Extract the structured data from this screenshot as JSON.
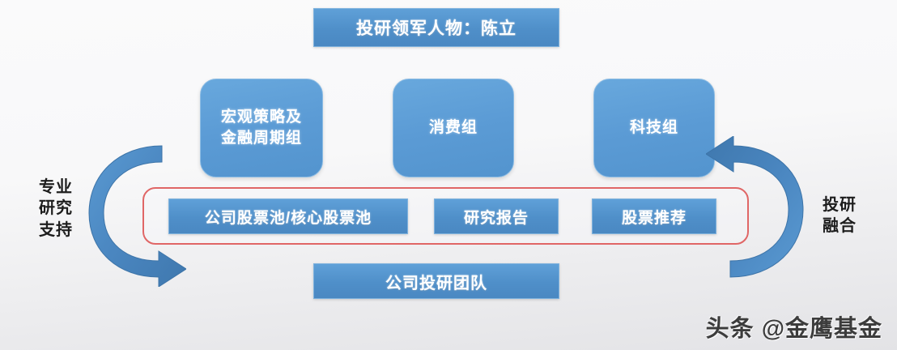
{
  "diagram": {
    "title": "投研领军人物：陈立",
    "leader_box": {
      "label": "投研领军人物：陈立"
    },
    "groups": [
      {
        "id": "macro",
        "label": "宏观策略及\n金融周期组",
        "line1": "宏观策略及",
        "line2": "金融周期组"
      },
      {
        "id": "consumer",
        "label": "消费组"
      },
      {
        "id": "tech",
        "label": "科技组"
      }
    ],
    "outputs": [
      {
        "id": "stock-pool",
        "label": "公司股票池/核心股票池"
      },
      {
        "id": "research-report",
        "label": "研究报告"
      },
      {
        "id": "stock-recommendation",
        "label": "股票推荐"
      }
    ],
    "team_box": {
      "label": "公司投研团队"
    },
    "side_labels": {
      "left": {
        "lines": [
          "专业",
          "研究",
          "支持"
        ],
        "text": "专业研究支持"
      },
      "right": {
        "lines": [
          "投研",
          "融合"
        ],
        "text": "投研融合"
      }
    },
    "arrows": {
      "left": {
        "name": "curved-arrow-down-right",
        "direction": "clockwise-down"
      },
      "right": {
        "name": "curved-arrow-up-left",
        "direction": "clockwise-up"
      }
    },
    "highlight_border_color": "#e06666",
    "box_color": "#5b9bd5",
    "arrow_color": "#4a86c0",
    "background_color": "#f5f5f7"
  },
  "watermark": {
    "text": "头条 @金鹰基金"
  }
}
